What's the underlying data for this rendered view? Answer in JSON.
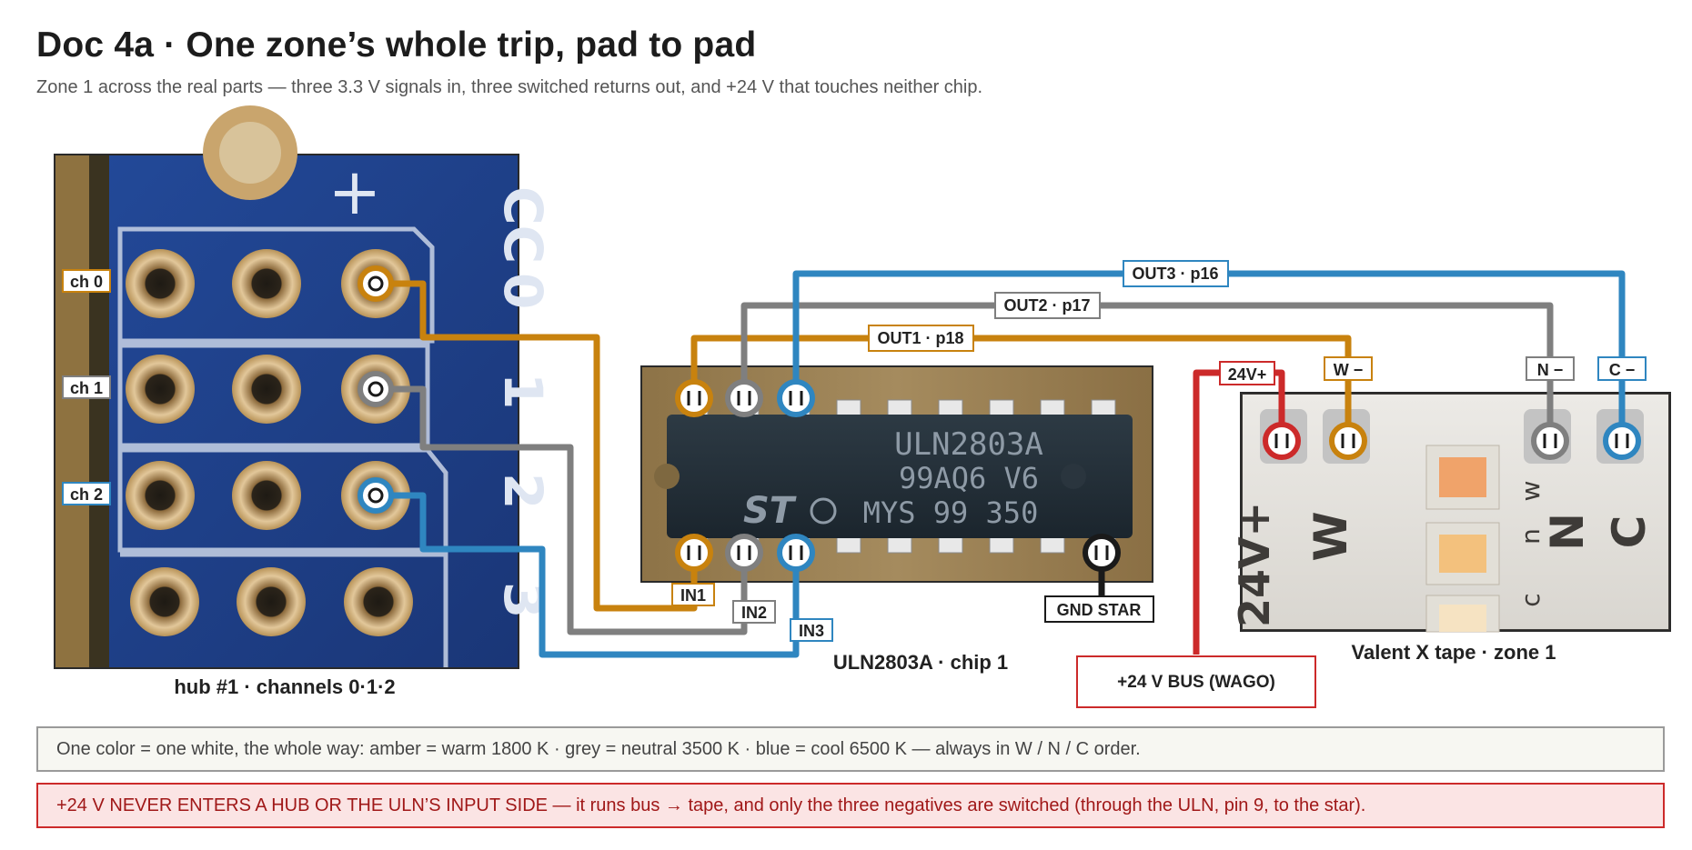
{
  "header": {
    "title": "Doc 4a · One zone’s whole trip, pad to pad",
    "subtitle": "Zone 1 across the real parts — three 3.3 V signals in, three switched returns out, and +24 V that touches neither chip."
  },
  "colors": {
    "amber": "#c8820e",
    "grey": "#7f7f7f",
    "blue": "#2f86c0",
    "red": "#cc2a2a",
    "black": "#1a1a1a",
    "pcb": "#1f3f8c"
  },
  "hub": {
    "caption": "hub #1 · channels 0·1·2",
    "channels": [
      {
        "label": "ch 0",
        "color": "#c8820e"
      },
      {
        "label": "ch 1",
        "color": "#7f7f7f"
      },
      {
        "label": "ch 2",
        "color": "#2f86c0"
      }
    ],
    "silk_plus": "+",
    "silk_right": [
      "CC",
      "0",
      "1",
      "2",
      "3"
    ]
  },
  "chip": {
    "caption": "ULN2803A · chip 1",
    "marking": [
      "ULN2803A",
      "99AQ6 V6",
      "MYS 99 350"
    ],
    "logo": "ST",
    "inputs": [
      {
        "label": "IN1",
        "color": "#c8820e"
      },
      {
        "label": "IN2",
        "color": "#7f7f7f"
      },
      {
        "label": "IN3",
        "color": "#2f86c0"
      }
    ],
    "outputs": [
      {
        "label": "OUT1 · p18",
        "color": "#c8820e"
      },
      {
        "label": "OUT2 · p17",
        "color": "#7f7f7f"
      },
      {
        "label": "OUT3 · p16",
        "color": "#2f86c0"
      }
    ],
    "gnd_label": "GND STAR"
  },
  "tape": {
    "caption": "Valent X tape · zone 1",
    "pads": [
      {
        "label": "24V+",
        "color": "#cc2a2a"
      },
      {
        "label": "W −",
        "color": "#c8820e"
      },
      {
        "label": "N −",
        "color": "#7f7f7f"
      },
      {
        "label": "C −",
        "color": "#2f86c0"
      }
    ],
    "silk": [
      "24V+",
      "W",
      "N",
      "C"
    ],
    "silk_small": [
      "w",
      "n",
      "c"
    ]
  },
  "bus": {
    "label": "+24 V BUS (WAGO)"
  },
  "notes": {
    "legend": "One color = one white, the whole way: amber = warm 1800 K · grey = neutral 3500 K · blue = cool 6500 K — always in W / N / C order.",
    "warning": "+24 V NEVER ENTERS A HUB OR THE ULN’S INPUT SIDE — it runs bus → tape, and only the three negatives are switched (through the ULN, pin 9, to the star)."
  }
}
